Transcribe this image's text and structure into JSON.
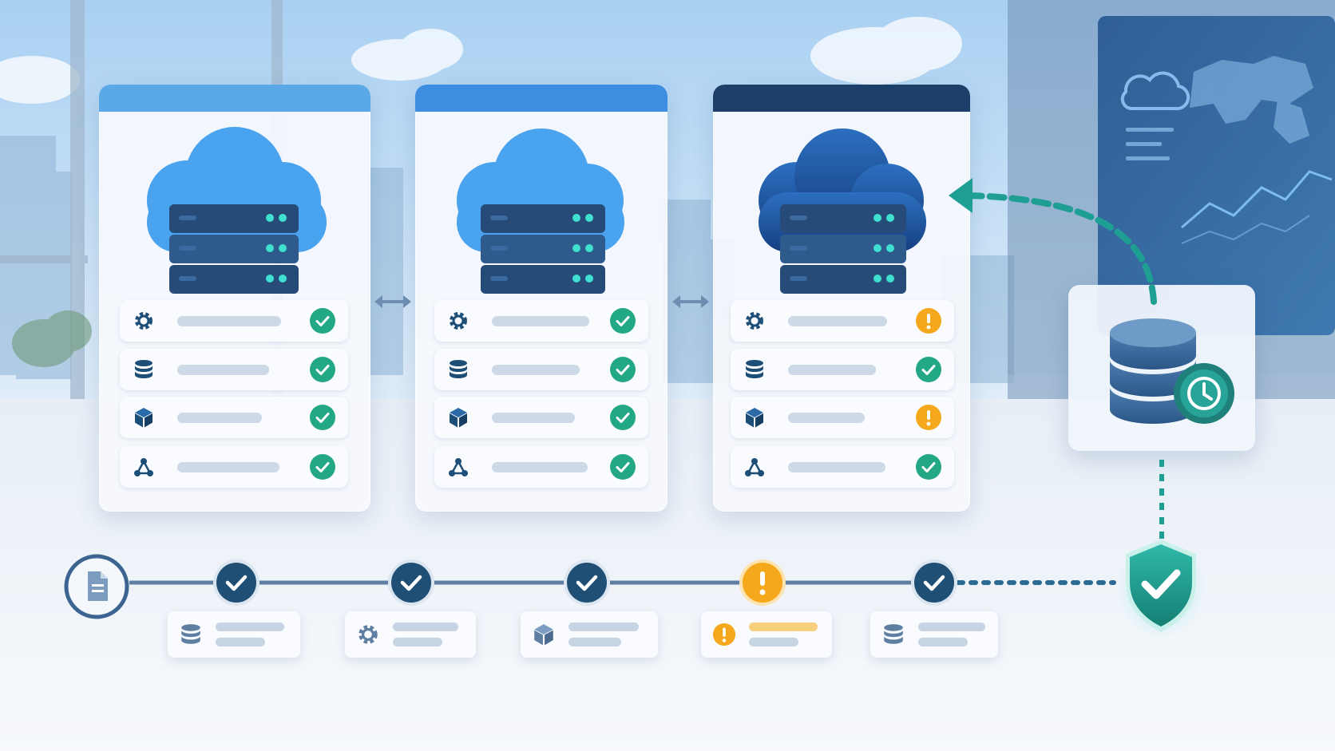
{
  "colors": {
    "ok": "#22a884",
    "warn": "#f6a81c",
    "navy": "#1d4e78",
    "teal": "#1f9e94",
    "cloud_light": "#4aa3ee",
    "cloud_dark": "#1d5aa8"
  },
  "environments": [
    {
      "header_color": "#5aa8e6",
      "cloud": "cloud_light",
      "rows": [
        {
          "icon": "gear-icon",
          "status": "ok"
        },
        {
          "icon": "database-icon",
          "status": "ok"
        },
        {
          "icon": "cube-icon",
          "status": "ok"
        },
        {
          "icon": "network-icon",
          "status": "ok"
        }
      ]
    },
    {
      "header_color": "#3d8ee0",
      "cloud": "cloud_light",
      "rows": [
        {
          "icon": "gear-icon",
          "status": "ok"
        },
        {
          "icon": "database-icon",
          "status": "ok"
        },
        {
          "icon": "cube-icon",
          "status": "ok"
        },
        {
          "icon": "network-icon",
          "status": "ok"
        }
      ]
    },
    {
      "header_color": "#1c3f6a",
      "cloud": "cloud_dark",
      "rows": [
        {
          "icon": "gear-icon",
          "status": "warn"
        },
        {
          "icon": "database-icon",
          "status": "ok"
        },
        {
          "icon": "cube-icon",
          "status": "warn"
        },
        {
          "icon": "network-icon",
          "status": "ok"
        }
      ]
    }
  ],
  "links": [
    "bidirectional-arrow-icon",
    "bidirectional-arrow-icon"
  ],
  "backup": {
    "icon": "database-backup-icon",
    "badge": "clock-history-icon"
  },
  "pipeline": {
    "start_icon": "document-icon",
    "steps": [
      {
        "status": "ok",
        "icon": "database-icon"
      },
      {
        "status": "ok",
        "icon": "gear-icon"
      },
      {
        "status": "ok",
        "icon": "cube-icon"
      },
      {
        "status": "warn",
        "icon": "warning-icon"
      },
      {
        "status": "ok",
        "icon": "database-icon"
      }
    ],
    "end_icon": "shield-check-icon"
  }
}
